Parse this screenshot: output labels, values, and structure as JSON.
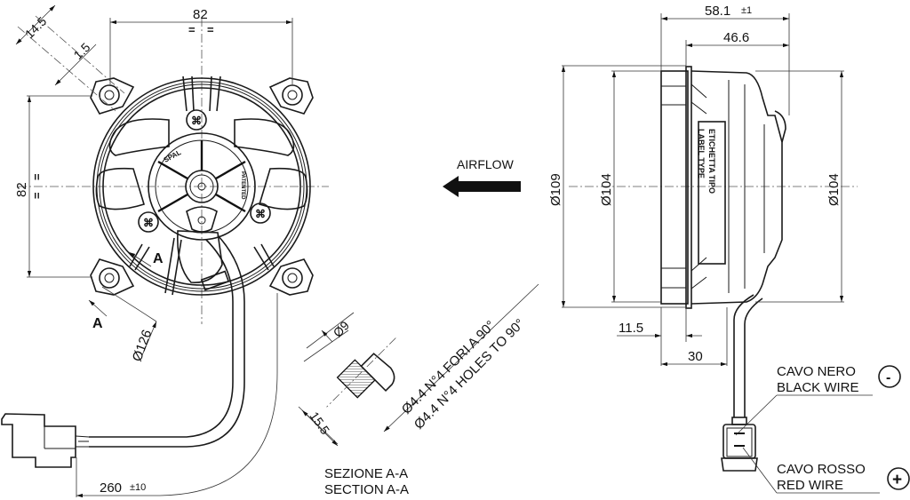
{
  "front_view": {
    "dim_width": "82",
    "dim_height": "82",
    "dim_flange": "14.5",
    "dim_offset": "1.5",
    "dim_bolt_circle": "Ø126",
    "section_marker_1": "A",
    "section_marker_2": "A",
    "eq_mark": "=",
    "cable_length": "260",
    "cable_tolerance": "±10"
  },
  "section": {
    "dim_counterbore": "Ø9",
    "dim_depth": "15.5",
    "holes_it": "Ø4.4 N°4 FORI A 90°",
    "holes_en": "Ø4.4 N°4 HOLES TO 90°",
    "title_it": "SEZIONE A-A",
    "title_en": "SECTION A-A"
  },
  "airflow": {
    "label": "AIRFLOW"
  },
  "side_view": {
    "dim_total_depth": "58.1",
    "dim_total_tol": "±1",
    "dim_body_depth": "46.6",
    "dim_outer_dia": "Ø109",
    "dim_inner_dia": "Ø104",
    "dim_motor_dia": "Ø104",
    "dim_flange_offset": "11.5",
    "dim_frame_depth": "30",
    "label_it": "ETICHETTA TIPO",
    "label_en": "LABEL TYPE"
  },
  "wiring": {
    "black_it": "CAVO NERO",
    "black_en": "BLACK WIRE",
    "black_symbol": "-",
    "red_it": "CAVO ROSSO",
    "red_en": "RED WIRE",
    "red_symbol": "+"
  },
  "logo": {
    "brand": "SPAL",
    "patented": "PATENTED"
  }
}
